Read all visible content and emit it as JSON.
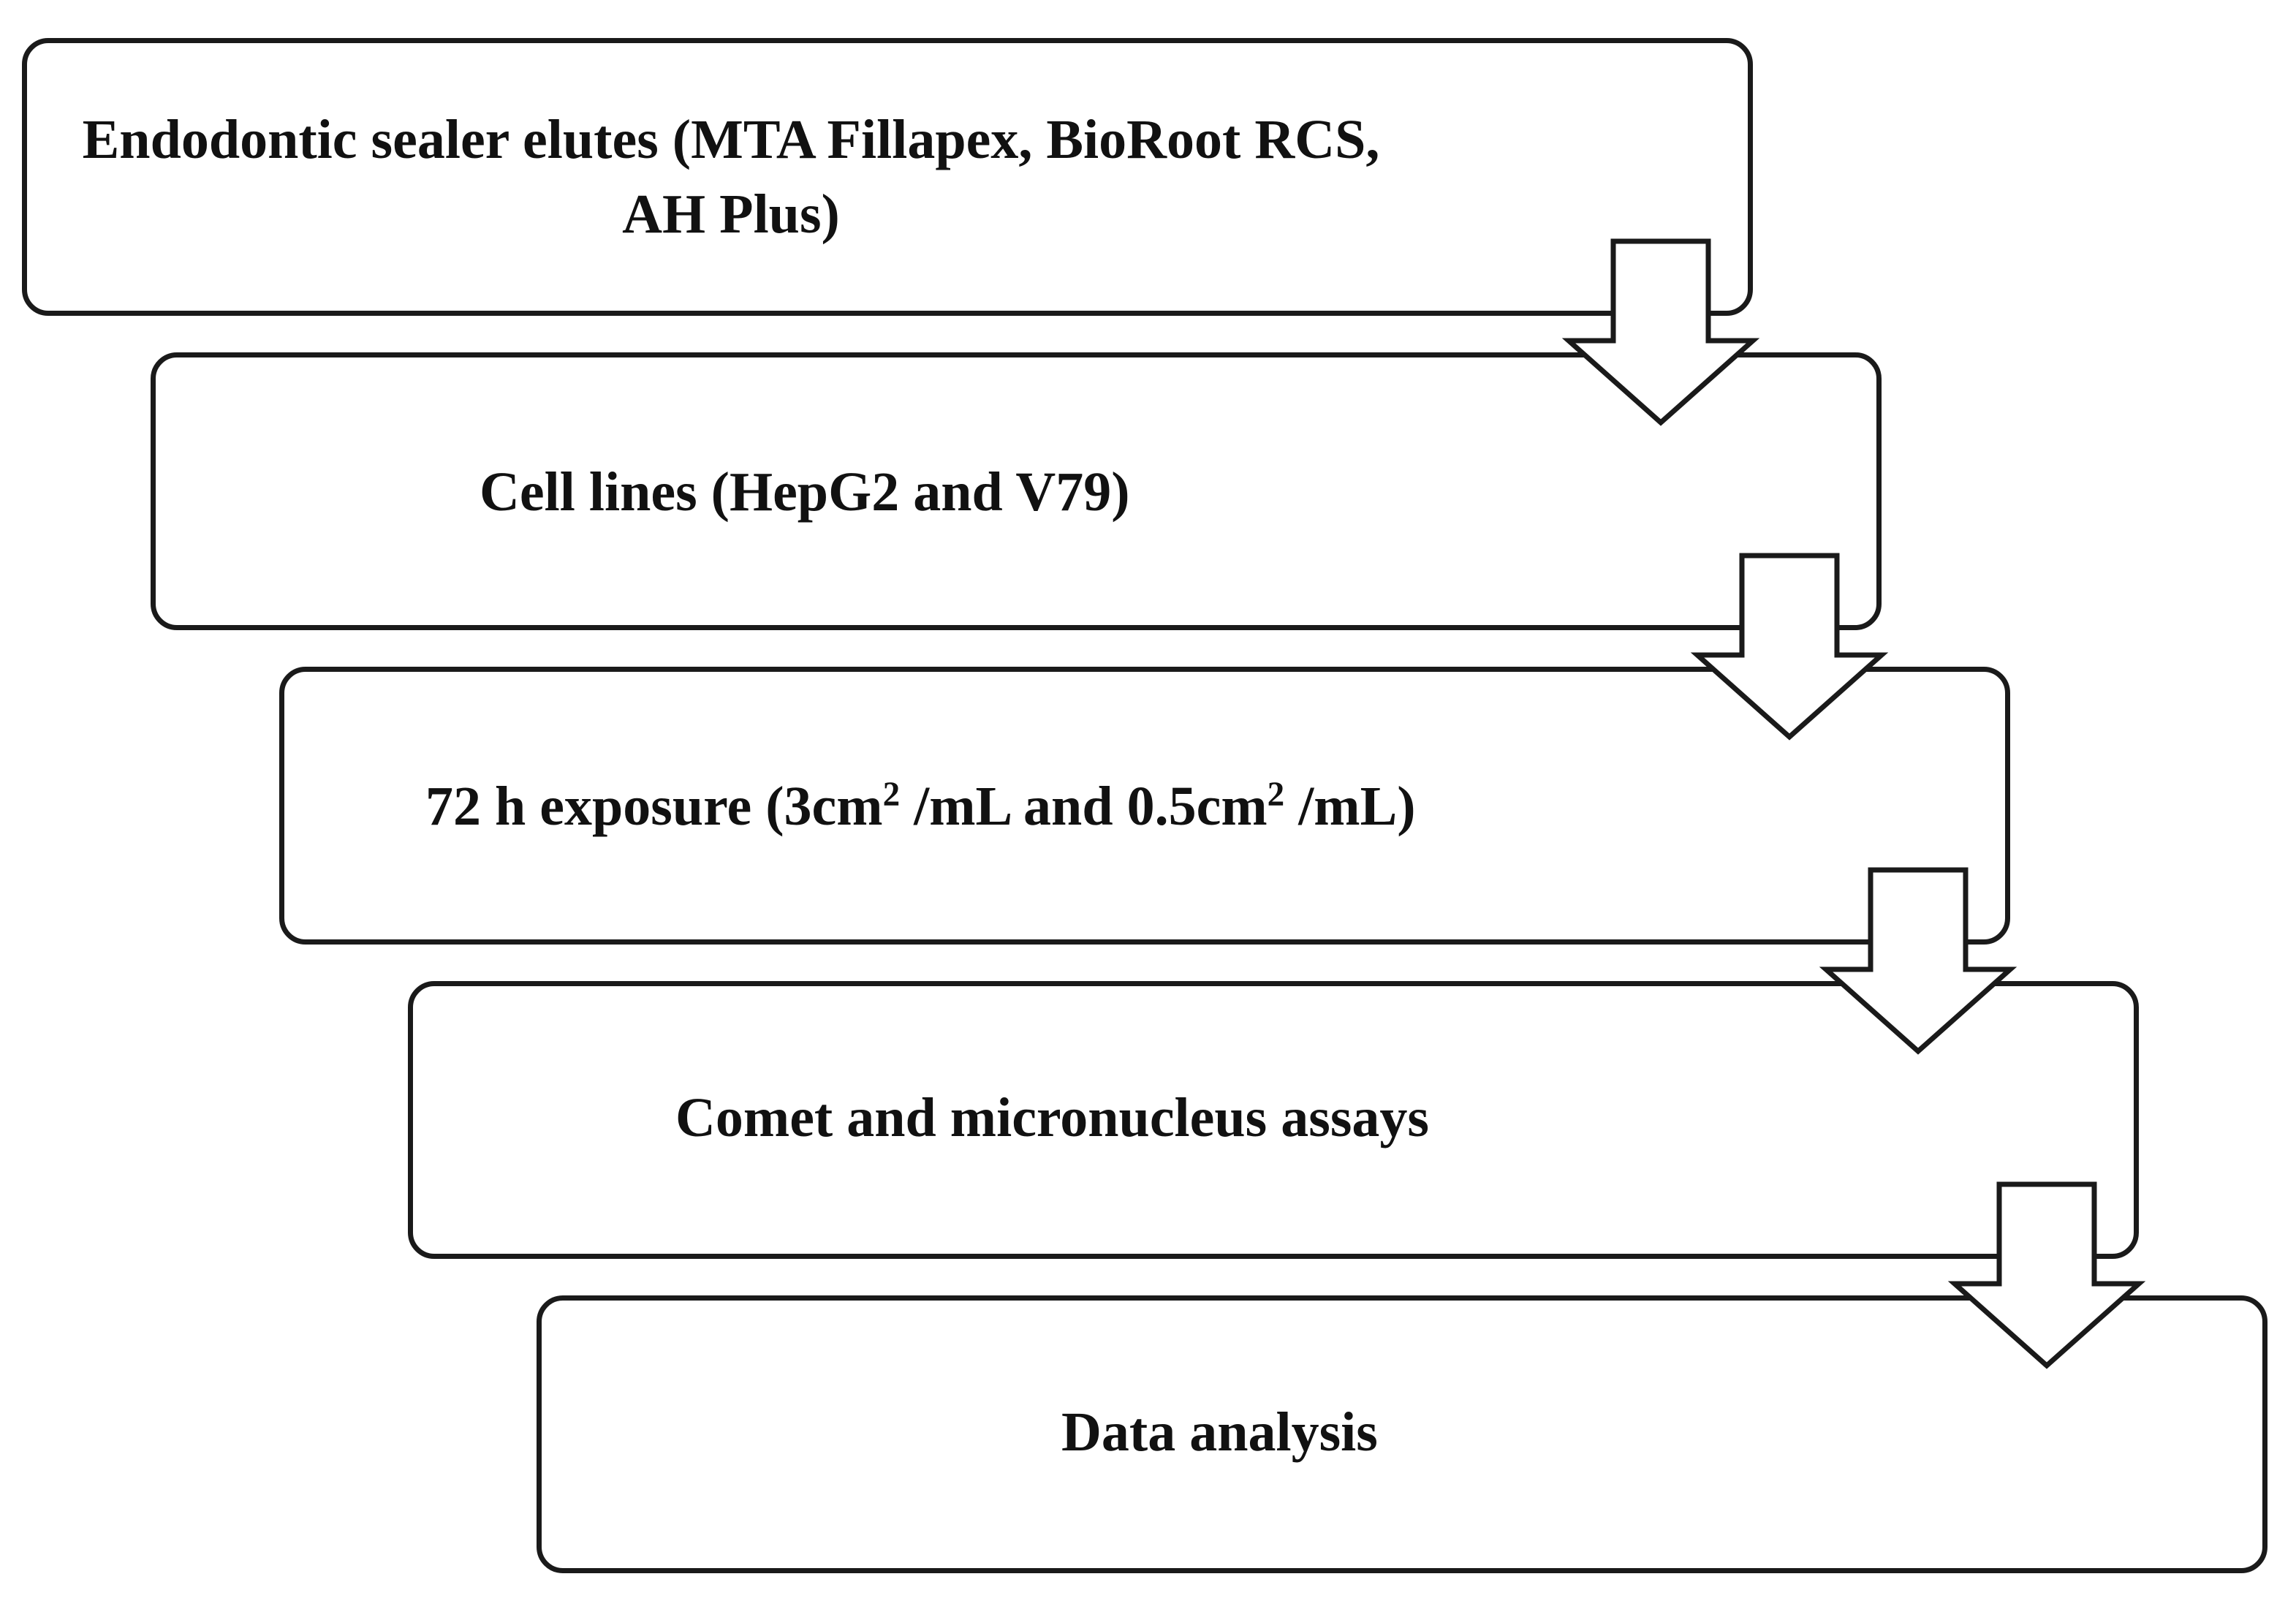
{
  "steps": [
    {
      "label": "Endodontic sealer elutes (MTA Fillapex, BioRoot RCS, AH Plus)"
    },
    {
      "label": "Cell lines (HepG2 and V79)"
    },
    {
      "label_parts": [
        "72 h exposure (3cm",
        "2",
        " /mL and 0.5cm",
        "2",
        " /mL)"
      ]
    },
    {
      "label": "Comet and micronucleus assays"
    },
    {
      "label": "Data analysis"
    }
  ],
  "arrows": [
    {
      "from_step": 1,
      "to_step": 2
    },
    {
      "from_step": 2,
      "to_step": 3
    },
    {
      "from_step": 3,
      "to_step": 4
    },
    {
      "from_step": 4,
      "to_step": 5
    }
  ],
  "colors": {
    "outline": "#1a1a1a",
    "fill": "#ffffff",
    "arrow_fill": "#ffffff"
  }
}
